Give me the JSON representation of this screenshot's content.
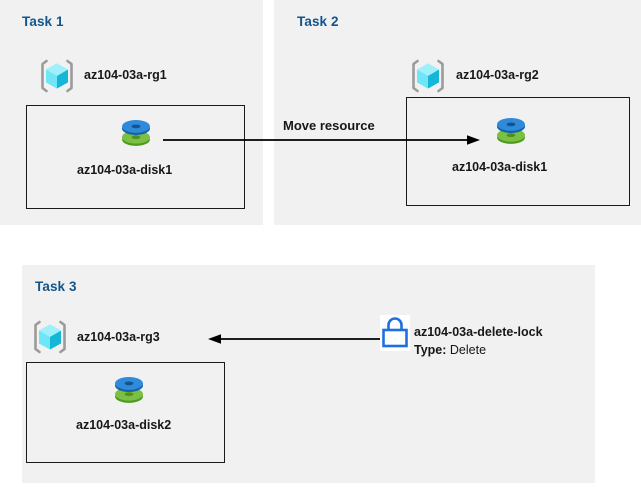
{
  "diagram": {
    "title_color": "#12558c",
    "panel_background": "#f1f1f1",
    "page_background": "#ffffff",
    "line_color": "#000000",
    "icons": {
      "resource_group": "resource-group-icon",
      "disk": "disk-icon",
      "lock": "lock-icon"
    }
  },
  "panels": [
    {
      "id": "task1",
      "title": "Task 1",
      "resource_group": "az104-03a-rg1",
      "resource": "az104-03a-disk1"
    },
    {
      "id": "task2",
      "title": "Task 2",
      "resource_group": "az104-03a-rg2",
      "resource": "az104-03a-disk1"
    },
    {
      "id": "task3",
      "title": "Task 3",
      "resource_group": "az104-03a-rg3",
      "resource": "az104-03a-disk2",
      "lock": {
        "name": "az104-03a-delete-lock",
        "type_label": "Type:",
        "type_value": "Delete"
      }
    }
  ],
  "connectors": [
    {
      "id": "move-resource",
      "label": "Move resource",
      "from": "az104-03a-disk1",
      "to": "az104-03a-disk1",
      "direction": "right"
    },
    {
      "id": "lock-applies-to",
      "label": "",
      "from": "az104-03a-delete-lock",
      "to": "az104-03a-rg3",
      "direction": "left"
    }
  ]
}
